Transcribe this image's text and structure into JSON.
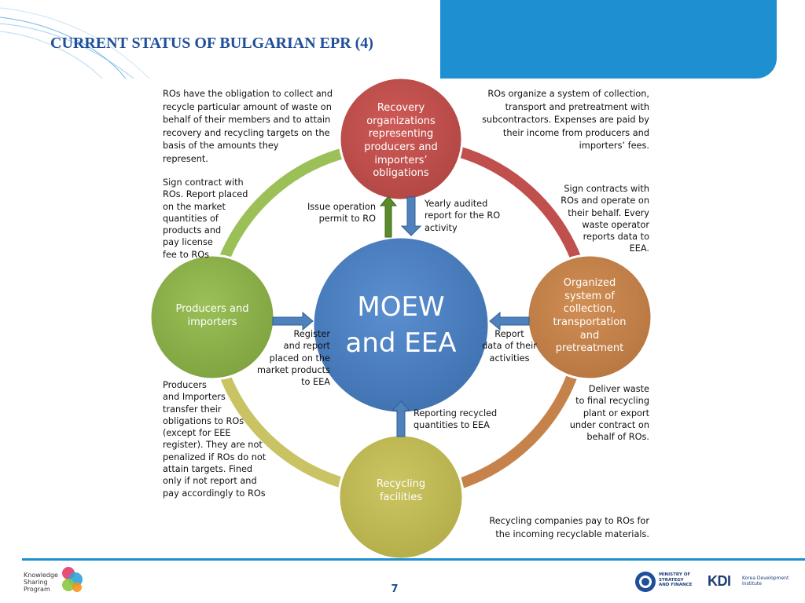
{
  "header": {
    "title": "CURRENT STATUS OF BULGARIAN EPR  (4)"
  },
  "colors": {
    "header_blue": "#1e8fd0",
    "title_blue": "#1f4e9a",
    "moew_blue": "#4a7ebf",
    "ro_red": "#c0504d",
    "producers_green": "#8db14a",
    "collection_orange": "#c5824a",
    "recycling_olive": "#c0ba55",
    "arrow_blue": "#4f81bd",
    "arrow_green": "#5a8a2c"
  },
  "nodes": {
    "center": {
      "line1": "MOEW",
      "line2": "and EEA"
    },
    "recovery_orgs": [
      "Recovery",
      "organizations",
      "representing",
      "producers and",
      "importers’",
      "obligations"
    ],
    "producers": [
      "Producers and",
      "importers"
    ],
    "collection": [
      "Organized",
      "system of",
      "collection,",
      "transportation",
      "and",
      "pretreatment"
    ],
    "recycling": [
      "Recycling",
      "facilities"
    ]
  },
  "arrow_labels": {
    "issue_permit": [
      "Issue operation",
      "permit to RO"
    ],
    "yearly_report": [
      "Yearly audited",
      "report for the RO",
      "activity"
    ],
    "register": [
      "Register",
      "and report",
      "placed on the",
      "market products",
      "to EEA"
    ],
    "report_data": [
      "Report",
      "data of their",
      "activities"
    ],
    "reporting_recycled": [
      "Reporting recycled",
      "quantities to EEA"
    ]
  },
  "notes": {
    "ro_obligation": [
      "ROs have the obligation to collect and",
      "recycle particular amount of waste on",
      "behalf of their members and to attain",
      "recovery and recycling targets on the",
      "basis of the amounts they",
      "represent."
    ],
    "ro_system": [
      "ROs organize a system of collection,",
      "transport and pretreatment with",
      "subcontractors. Expenses are paid by",
      "their income from producers and",
      "importers’ fees."
    ],
    "sign_contract": [
      "Sign contract with",
      "ROs. Report placed",
      "on the market",
      "quantities of",
      "products and",
      "pay license",
      "fee to ROs"
    ],
    "sign_contracts_ops": [
      "Sign contracts with",
      "ROs and operate on",
      "their behalf. Every",
      "waste operator",
      "reports data to",
      "EEA."
    ],
    "producers_transfer": [
      "Producers",
      "and Importers",
      "transfer their",
      "obligations to ROs",
      "(except for EEE",
      "register). They are not",
      "penalized if ROs do not",
      "attain targets. Fined",
      "only if not report and",
      "pay accordingly to ROs"
    ],
    "deliver_waste": [
      "Deliver waste",
      "to final recycling",
      "plant or export",
      "under contract on",
      "behalf of ROs."
    ],
    "recycling_pay": [
      "Recycling companies pay to ROs for",
      "the incoming recyclable materials."
    ]
  },
  "footer": {
    "page_number": "7",
    "ksp_logo": [
      "Knowledge",
      "Sharing",
      "Program"
    ],
    "ministry_logo": [
      "MINISTRY OF",
      "STRATEGY",
      "AND FINANCE"
    ],
    "kdi_logo": "KDI",
    "kdi_sub": [
      "Korea Development",
      "Institute"
    ]
  }
}
